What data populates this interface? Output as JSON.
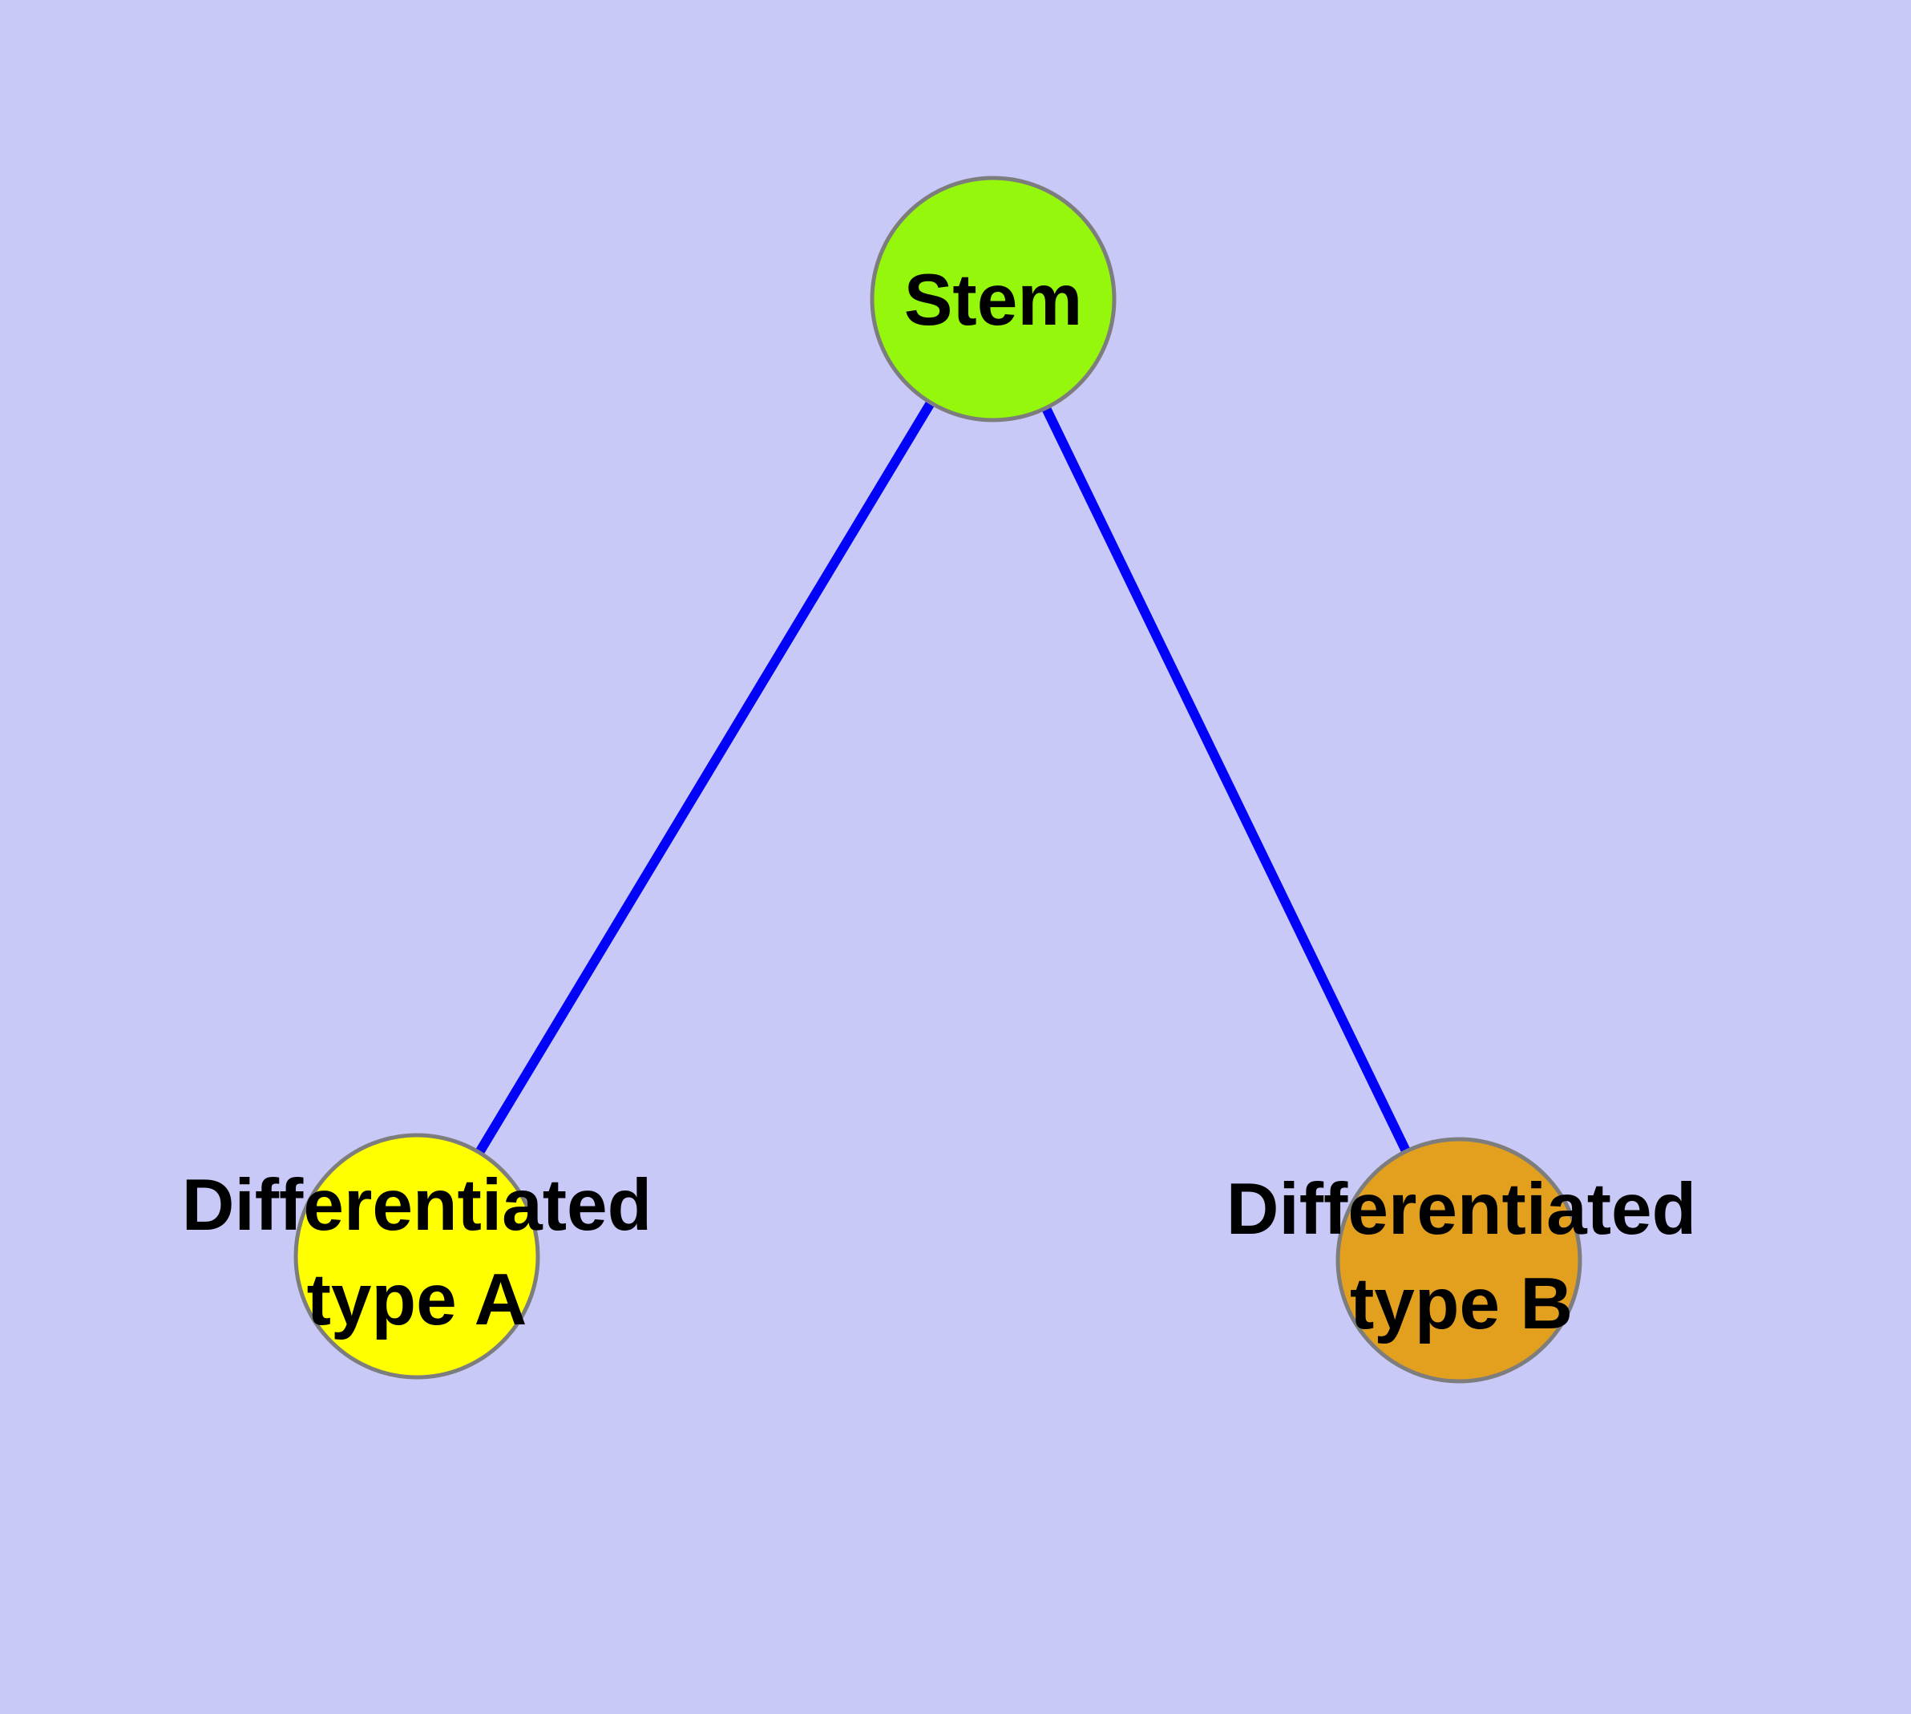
{
  "background_color": "#C9C9F7",
  "colors": {
    "edge": "#0202F8",
    "node_border": "#7D7D7D",
    "label_text": "#000000",
    "stem_fill": "#95F70B",
    "type_a_fill": "#FFFF00",
    "type_b_fill": "#E3A01F"
  },
  "graph": {
    "type": "undirected-tree",
    "nodes": [
      {
        "id": "stem",
        "label": "Stem",
        "color": "#95F70B",
        "shape": "circle"
      },
      {
        "id": "type-a",
        "label": "Differentiated type A",
        "lines": [
          "Differentiated",
          "type A"
        ],
        "color": "#FFFF00",
        "shape": "circle"
      },
      {
        "id": "type-b",
        "label": "Differentiated type B",
        "lines": [
          "Differentiated",
          "type B"
        ],
        "color": "#E3A01F",
        "shape": "circle"
      }
    ],
    "edges": [
      {
        "from": "stem",
        "to": "type-a"
      },
      {
        "from": "stem",
        "to": "type-b"
      }
    ]
  }
}
